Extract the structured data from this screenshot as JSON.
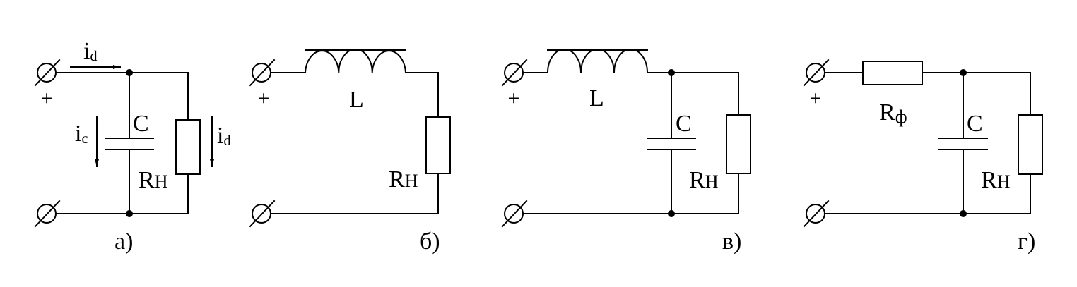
{
  "circuits": [
    {
      "label": "а)",
      "plus": "+",
      "capacitor": "C",
      "load": "R",
      "load_sub": "Н",
      "current_top": "i",
      "current_top_sub": "d",
      "current_cap": "i",
      "current_cap_sub": "c",
      "current_load": "i",
      "current_load_sub": "d"
    },
    {
      "label": "б)",
      "plus": "+",
      "inductor": "L",
      "load": "R",
      "load_sub": "Н"
    },
    {
      "label": "в)",
      "plus": "+",
      "inductor": "L",
      "capacitor": "C",
      "load": "R",
      "load_sub": "Н"
    },
    {
      "label": "г)",
      "plus": "+",
      "filter_resistor": "R",
      "filter_resistor_sub": "ф",
      "capacitor": "C",
      "load": "R",
      "load_sub": "Н"
    }
  ]
}
